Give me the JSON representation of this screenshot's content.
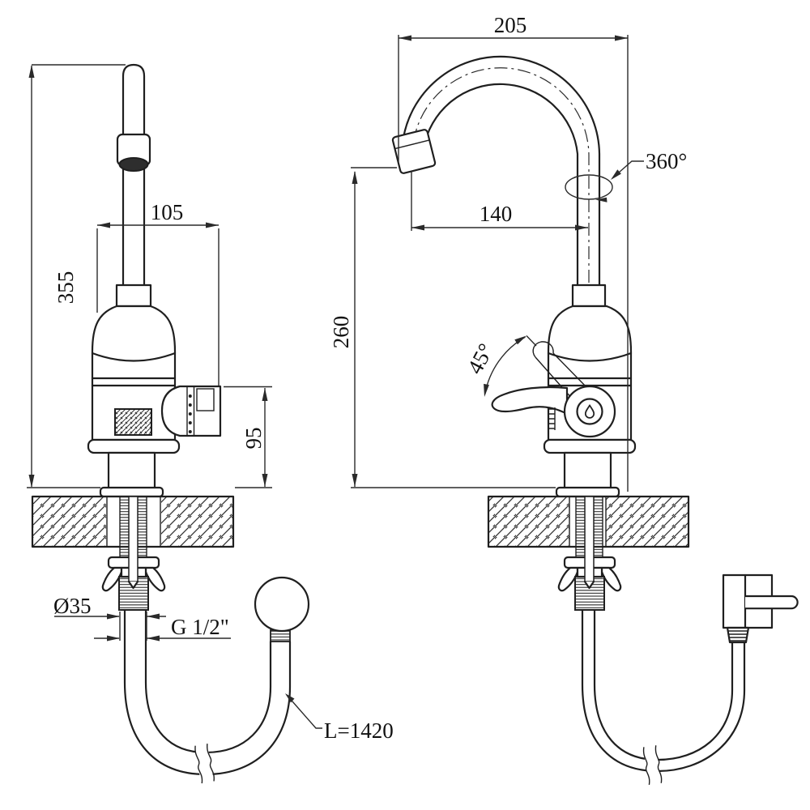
{
  "dimensions": {
    "front_height": "355",
    "front_width": "105",
    "front_body_height": "95",
    "shank_diameter": "Ø35",
    "thread_size": "G 1/2\"",
    "hose_length": "L=1420",
    "side_spout_width": "205",
    "side_spout_reach": "140",
    "side_spout_height": "260",
    "swivel_angle": "360°",
    "lever_angle": "45°"
  },
  "colors": {
    "line": "#1f1f1f",
    "background": "#ffffff",
    "outlet_fill": "#2e2e2e"
  }
}
